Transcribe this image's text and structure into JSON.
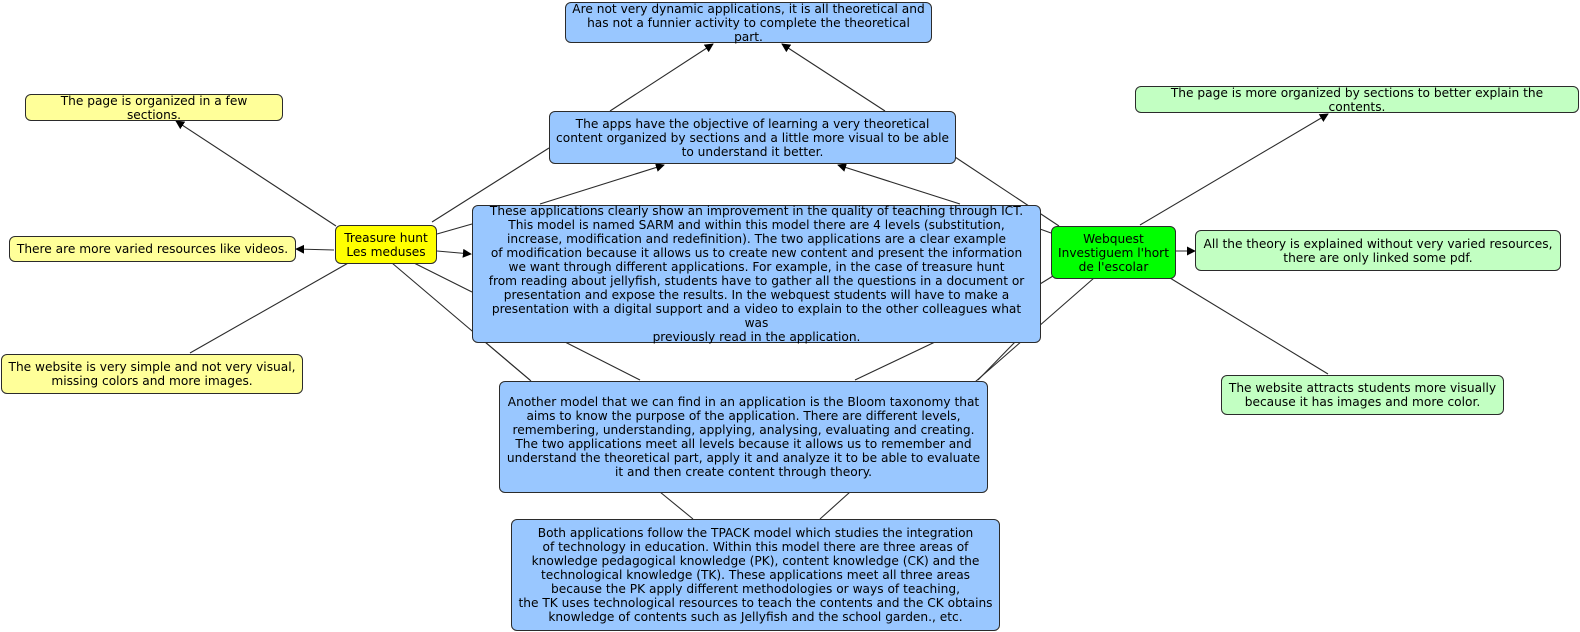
{
  "nodes": {
    "top": "Are not very dynamic applications, it is all theoretical and\nhas not a funnier activity to complete the theoretical part.",
    "apps": "The apps have the objective of learning a very theoretical\ncontent organized by sections and a little more visual to be able\nto understand it better.",
    "sarm": "These applications clearly show an improvement in the quality of teaching through ICT.\nThis model is named SARM and within this model there are 4 levels (substitution,\nincrease, modification and redefinition). The two applications are a clear example\nof modification because it allows us to create new content and present the information\nwe want through different applications. For example, in the case of treasure hunt\nfrom reading about jellyfish, students have to gather all the questions in a document or\npresentation and expose the results. In the webquest students will have to make a\npresentation with a digital support and a video to explain to the other colleagues what was\npreviously read in the application.",
    "bloom": "Another model that we can find in an application is the Bloom taxonomy that\naims to know the purpose of the application. There are different levels,\nremembering, understanding, applying, analysing, evaluating and creating.\nThe two applications meet all levels because it allows us to remember and\nunderstand the theoretical part, apply it and analyze it to be able to evaluate\nit and then create content through theory.",
    "tpack": "Both applications follow the TPACK model which studies the integration\nof technology in education. Within this model there are three areas of\nknowledge pedagogical knowledge (PK), content knowledge (CK) and the\ntechnological knowledge (TK). These applications meet all three areas\nbecause the PK apply different methodologies or ways of teaching,\nthe TK uses technological resources to teach the contents and the CK obtains\nknowledge of contents such as Jellyfish and the school garden., etc.",
    "treasure": "Treasure hunt\nLes meduses",
    "y_sections": "The page is organized in a few sections.",
    "y_videos": "There are more varied resources like videos.",
    "y_simple": "The website is very simple and not very visual,\nmissing colors and more images.",
    "webquest": "Webquest\nInvestiguem l'hort\nde l'escolar",
    "g_sections": "The page is more organized by sections to better explain the contents.",
    "g_theory": "All the theory is explained without very varied resources,\nthere are only linked some pdf.",
    "g_visual": "The website attracts students more visually\nbecause it has images and more color."
  },
  "colors": {
    "blue": "#99c7ff",
    "yellow": "#ffff99",
    "yellow_center": "#ffff00",
    "green": "#c2ffc2",
    "green_center": "#00ff00"
  }
}
